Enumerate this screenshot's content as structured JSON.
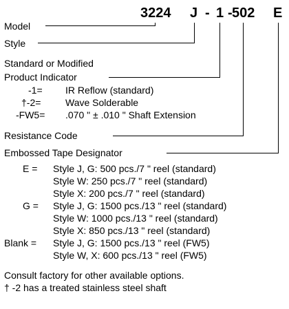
{
  "part_number": {
    "model_code": "3224",
    "style_code": "J",
    "sep1": "-",
    "indicator_code": "1",
    "sep2": "-",
    "resistance_code": "502",
    "tape_code": "E"
  },
  "labels": {
    "model": "Model",
    "style": "Style",
    "indicator_line1": "Standard or Modified",
    "indicator_line2": "Product Indicator",
    "resistance": "Resistance Code",
    "tape": "Embossed Tape Designator"
  },
  "indicator_options": [
    {
      "code": "-1=",
      "desc": "IR Reflow (standard)"
    },
    {
      "code": "†-2=",
      "desc": "Wave Solderable"
    },
    {
      "code": "-FW5=",
      "desc": ".070 \" ± .010 \" Shaft Extension"
    }
  ],
  "tape_options": {
    "E": {
      "code": "E =",
      "lines": [
        "Style J, G: 500 pcs./7 \" reel (standard)",
        "Style W: 250 pcs./7 \" reel (standard)",
        "Style X: 200 pcs./7 \" reel (standard)"
      ]
    },
    "G": {
      "code": "G =",
      "lines": [
        "Style J, G: 1500 pcs./13 \" reel (standard)",
        "Style W: 1000 pcs./13 \" reel (standard)",
        "Style X: 850 pcs./13 \" reel (standard)"
      ]
    },
    "Blank": {
      "code": "Blank =",
      "lines": [
        "Style J, G: 1500 pcs./13 \" reel (FW5)",
        "Style W, X: 600 pcs./13 \" reel (FW5)"
      ]
    }
  },
  "footnotes": [
    "Consult factory for other available options.",
    "† -2 has a treated stainless steel shaft"
  ]
}
